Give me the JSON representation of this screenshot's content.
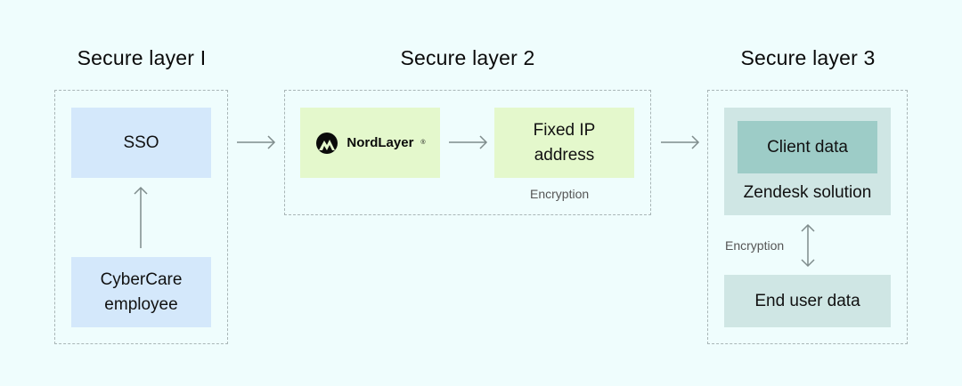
{
  "layers": [
    {
      "title": "Secure layer I"
    },
    {
      "title": "Secure layer 2"
    },
    {
      "title": "Secure layer 3"
    }
  ],
  "layer1": {
    "sso": "SSO",
    "employee_line1": "CyberCare",
    "employee_line2": "employee"
  },
  "layer2": {
    "logo_text": "NordLayer",
    "logo_mark": "®",
    "fixed_ip_line1": "Fixed IP",
    "fixed_ip_line2": "address",
    "encryption": "Encryption"
  },
  "layer3": {
    "client_data": "Client data",
    "zendesk": "Zendesk solution",
    "encryption": "Encryption",
    "end_user_data": "End user data"
  },
  "colors": {
    "background": "#effdfd",
    "blue_box": "#d4e8fb",
    "green_box": "#e4f8cc",
    "teal_box": "#cfe6e4",
    "dark_teal_box": "#9dccc7",
    "arrow": "#7f8c8c"
  },
  "icons": {
    "nordlayer_logo": "mountain-logo-icon"
  }
}
